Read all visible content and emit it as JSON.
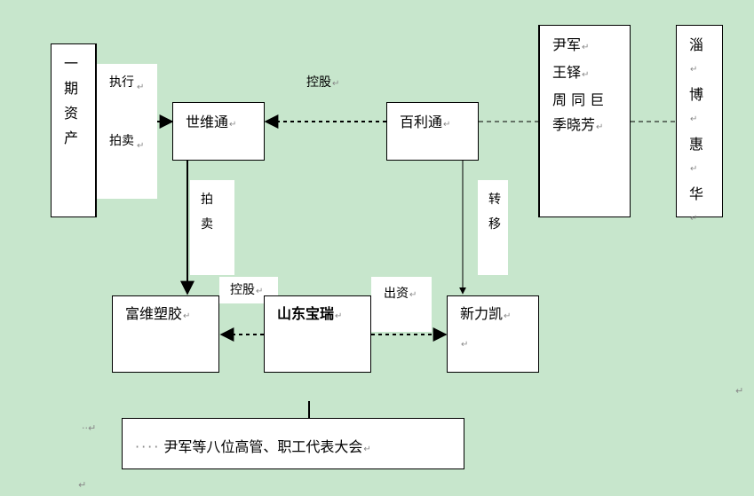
{
  "nodes": {
    "yiqi_zichan": {
      "chars": [
        "一",
        "期",
        "资",
        "产"
      ]
    },
    "shiweitong": {
      "label": "世维通"
    },
    "bailitong": {
      "label": "百利通"
    },
    "people": {
      "lines": [
        "尹军",
        "王铎",
        "周 同 巨",
        "季晓芳"
      ]
    },
    "zibo_huihua": {
      "chars": [
        "淄",
        "博",
        "惠",
        "华"
      ]
    },
    "fuwei_sujiao": {
      "label": "富维塑胶"
    },
    "shandong_baorui": {
      "label": "山东宝瑞"
    },
    "xinlikai": {
      "label": "新力凯"
    },
    "bottom_group": {
      "label": "尹军等八位高管、职工代表大会",
      "leader": "····"
    }
  },
  "edge_labels": {
    "zhixing": "执行",
    "paimai_1": "拍卖",
    "konggu_top": "控股",
    "paimai_2": [
      "拍",
      "卖"
    ],
    "zhuanyi": [
      "转",
      "移"
    ],
    "konggu_mid": "控股",
    "chuzi": "出资"
  },
  "colors": {
    "background": "#c7e6cc",
    "box_fill": "#ffffff",
    "line": "#000000"
  }
}
